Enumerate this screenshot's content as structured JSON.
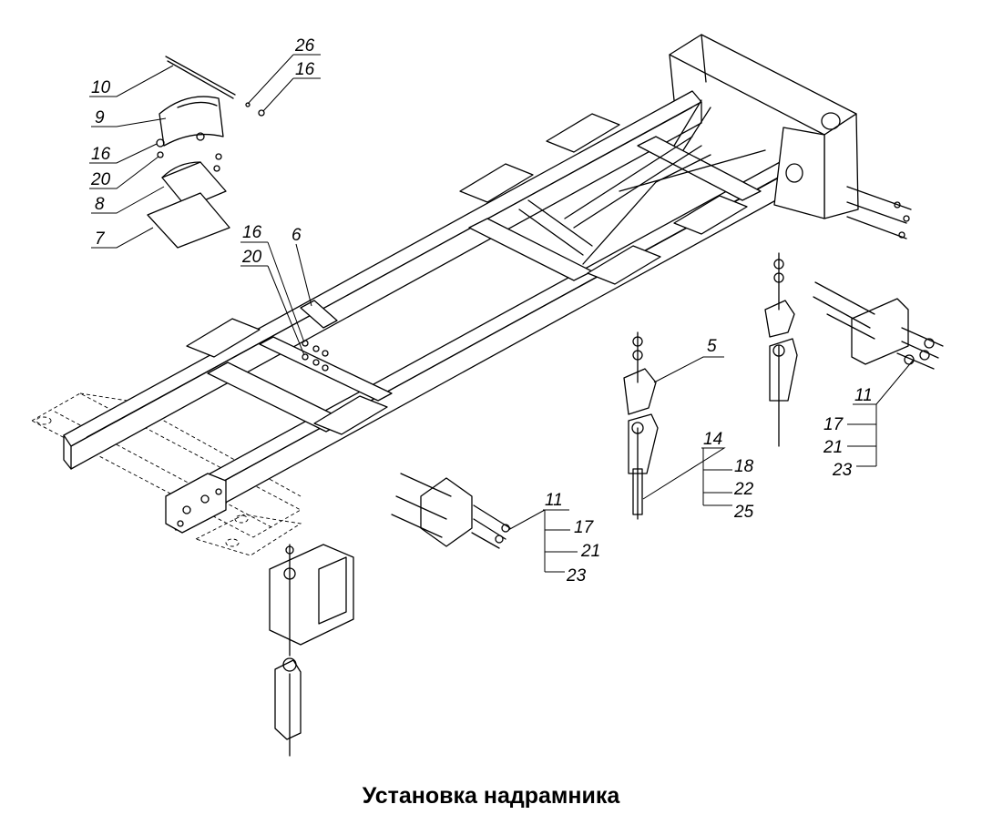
{
  "caption": "Установка надрамника",
  "callouts": {
    "c26": "26",
    "c16a": "16",
    "c10": "10",
    "c9": "9",
    "c16b": "16",
    "c20a": "20",
    "c8": "8",
    "c7": "7",
    "c16c": "16",
    "c20b": "20",
    "c6": "6",
    "c5": "5",
    "c14": "14",
    "c18": "18",
    "c22": "22",
    "c25": "25",
    "c11a": "11",
    "c17a": "17",
    "c21a": "21",
    "c23a": "23",
    "c11b": "11",
    "c17b": "17",
    "c21b": "21",
    "c23b": "23"
  }
}
